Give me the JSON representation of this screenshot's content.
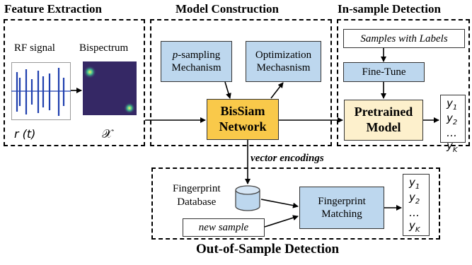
{
  "titles": {
    "feature_extraction": "Feature Extraction",
    "model_construction": "Model Construction",
    "in_sample_detection": "In-sample Detection",
    "out_of_sample_detection": "Out-of-Sample Detection"
  },
  "feature_extraction": {
    "rf_signal_label": "RF signal",
    "bispectrum_label": "Bispectrum",
    "rt_symbol": "r (t)",
    "x_symbol": "𝒳"
  },
  "model_construction": {
    "p_sampling_line1": "p-sampling",
    "p_sampling_line2": "Mechanism",
    "optimization_line1": "Optimization",
    "optimization_line2": "Mechasnism",
    "network_line1": "BisSiam",
    "network_line2": "Network"
  },
  "in_sample": {
    "samples_with_labels": "Samples with Labels",
    "fine_tune": "Fine-Tune",
    "pretrained_line1": "Pretrained",
    "pretrained_line2": "Model",
    "outputs": [
      "y",
      "y",
      "…",
      "y"
    ],
    "output_subs": [
      "1",
      "2",
      "",
      "K"
    ]
  },
  "edge_labels": {
    "vector_encodings": "vector encodings"
  },
  "out_of_sample": {
    "fingerprint_db_line1": "Fingerprint",
    "fingerprint_db_line2": "Database",
    "new_sample": "new sample",
    "matching_line1": "Fingerprint",
    "matching_line2": "Matching",
    "outputs": [
      "y",
      "y",
      "…",
      "y"
    ],
    "output_subs": [
      "1",
      "2",
      "",
      "K"
    ]
  },
  "colors": {
    "blue_box": "#bdd7ee",
    "gold_box": "#f9c94a",
    "cream_box": "#fdf0cc",
    "signal_blue": "#1f3fae",
    "bispectrum_bg": "#3b2a6b"
  }
}
